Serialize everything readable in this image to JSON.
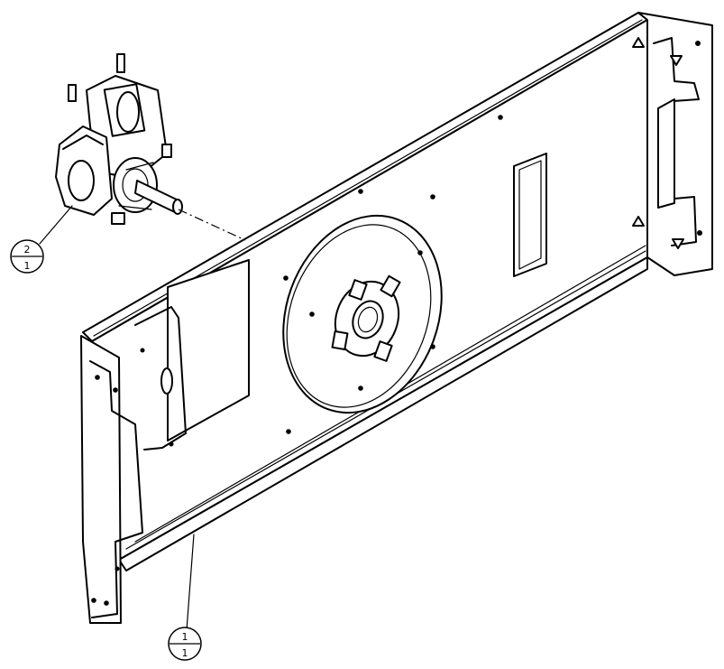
{
  "balloons": [
    {
      "item": "2",
      "qty": "1"
    },
    {
      "item": "1",
      "qty": "1"
    }
  ],
  "colors": {
    "line": "#000000",
    "background": "#ffffff"
  }
}
